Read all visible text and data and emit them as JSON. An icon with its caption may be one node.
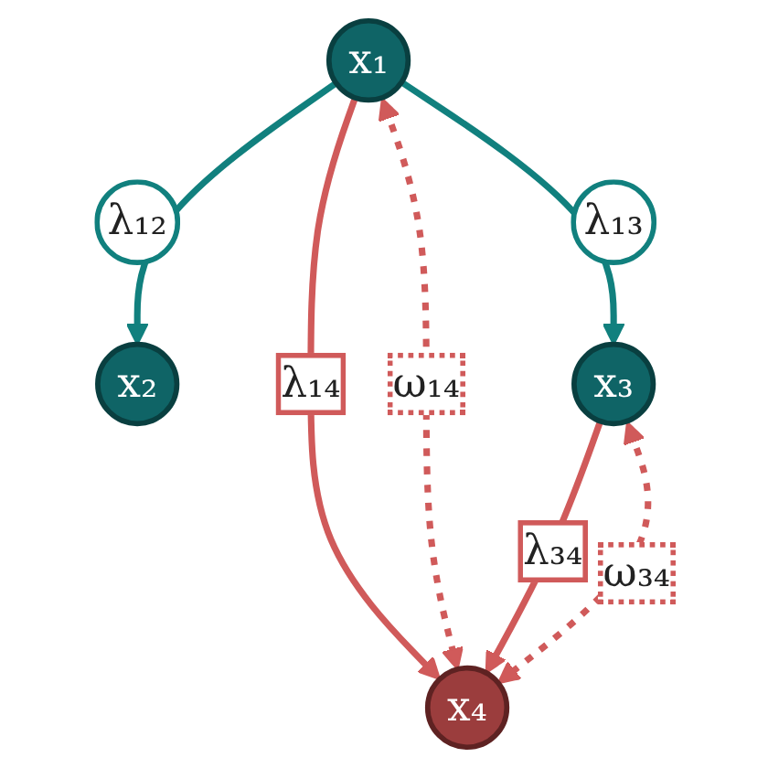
{
  "diagram": {
    "nodes": [
      {
        "text": [
          "x₁"
        ]
      },
      {
        "text": [
          "x₂"
        ]
      },
      {
        "text": [
          "x₃"
        ]
      },
      {
        "text": [
          "x₄"
        ]
      }
    ],
    "edges": [
      {
        "from": 0,
        "to": 1,
        "arrow": "to",
        "label": "λ₁₂",
        "color": "#11807e"
      },
      {
        "from": 0,
        "to": 2,
        "arrow": "to",
        "label": "λ₁₃",
        "color": "#11807e"
      },
      {
        "from": 0,
        "to": 3,
        "arrow": "to",
        "label": "λ₁₄"
      },
      {
        "from": 0,
        "to": 3,
        "arrow": "both",
        "label": "ω₁₄",
        "style": "dashed"
      },
      {
        "from": 2,
        "to": 3,
        "arrow": "to",
        "label": "λ₃₄"
      },
      {
        "from": 2,
        "to": 3,
        "arrow": "both",
        "label": "ω₃₄",
        "style": "dashed"
      }
    ]
  }
}
